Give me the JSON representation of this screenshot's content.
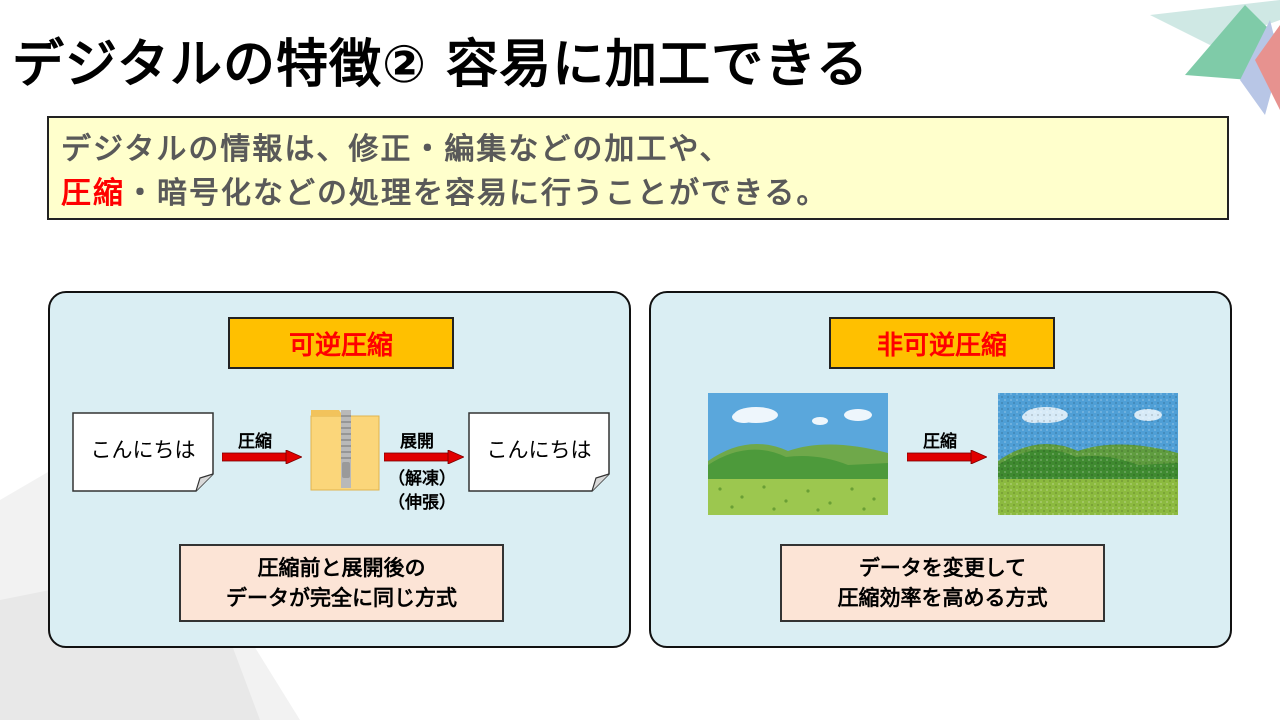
{
  "slide": {
    "title": "デジタルの特徴② 容易に加工できる",
    "summary": {
      "line1": "デジタルの情報は、修正・編集などの加工や、",
      "line2_highlight": "圧縮",
      "line2_rest": "・暗号化などの処理を容易に行うことができる。"
    }
  },
  "lossless": {
    "heading": "可逆圧縮",
    "source_text": "こんにちは",
    "compress_label": "圧縮",
    "expand_label": "展開",
    "expand_alt1": "（解凍）",
    "expand_alt2": "（伸張）",
    "result_text": "こんにちは",
    "note_line1": "圧縮前と展開後の",
    "note_line2": "データが完全に同じ方式"
  },
  "lossy": {
    "heading": "非可逆圧縮",
    "compress_label": "圧縮",
    "note_line1": "データを変更して",
    "note_line2": "圧縮効率を高める方式"
  },
  "colors": {
    "highlight": "#ff0000",
    "heading_fill": "#ffc000",
    "panel_fill": "#daeef3",
    "note_fill": "#fce4d6",
    "summary_fill": "#ffffcc",
    "arrow": "#e00000"
  },
  "icons": {
    "archive": "zip-folder-icon",
    "landscape": "landscape-illustration"
  }
}
